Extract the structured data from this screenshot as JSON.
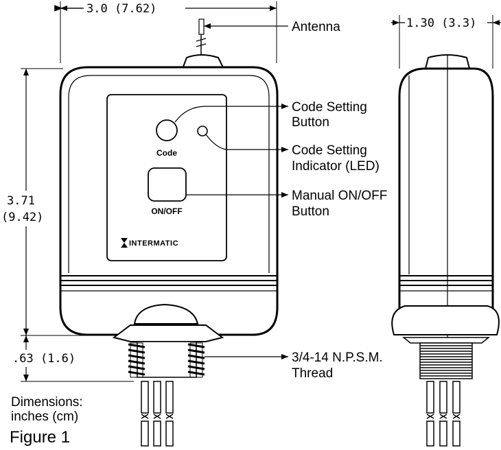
{
  "dimensions": {
    "width_label": "3.0 (7.62)",
    "height_label_line1": "3.71",
    "height_label_line2": "(9.42)",
    "thread_height_label": ".63 (1.6)",
    "depth_label": "1.30 (3.3)"
  },
  "callouts": {
    "antenna": "Antenna",
    "code_button_line1": "Code Setting",
    "code_button_line2": "Button",
    "indicator_line1": "Code Setting",
    "indicator_line2": "Indicator (LED)",
    "manual_line1": "Manual ON/OFF",
    "manual_line2": "Button",
    "thread_line1": "3/4-14 N.P.S.M.",
    "thread_line2": "Thread"
  },
  "panel": {
    "code_label": "Code",
    "onoff_label": "ON/OFF",
    "brand": "INTERMATIC"
  },
  "units_note_line1": "Dimensions:",
  "units_note_line2": "inches (cm)",
  "figure_caption": "Figure 1"
}
